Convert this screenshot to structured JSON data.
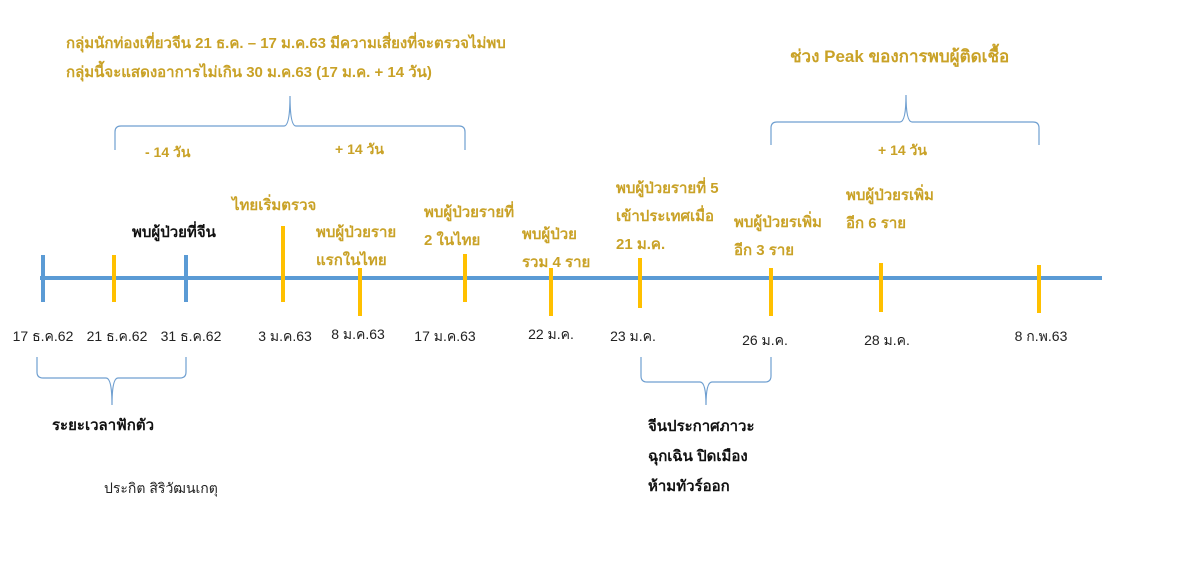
{
  "header_note": {
    "line1": "กลุ่มนักท่องเที่ยวจีน 21 ธ.ค. – 17 ม.ค.63 มีความเสี่ยงที่จะตรวจไม่พบ",
    "line2": "กลุ่มนี้จะแสดงอาการไม่เกิน 30 ม.ค.63 (17 ม.ค. + 14 วัน)",
    "minus_label": "- 14 วัน",
    "plus_label": "+ 14 วัน"
  },
  "peak": {
    "title": "ช่วง Peak ของการพบผู้ติดเชื้อ",
    "plus_label": "+ 14 วัน"
  },
  "events": [
    {
      "label": "พบผู้ป่วยที่จีน"
    },
    {
      "label": "ไทยเริ่มตรวจ"
    },
    {
      "line1": "พบผู้ป่วยราย",
      "line2": "แรกในไทย"
    },
    {
      "line1": "พบผู้ป่วยรายที่",
      "line2": "2 ในไทย"
    },
    {
      "line1": "พบผู้ป่วย",
      "line2": "รวม 4 ราย"
    },
    {
      "line1": "พบผู้ป่วยรายที่ 5",
      "line2": "เข้าประเทศเมื่อ",
      "line3": "21 ม.ค."
    },
    {
      "line1": "พบผู้ป่วยรเพิ่ม",
      "line2": "อีก 3 ราย"
    },
    {
      "line1": "พบผู้ป่วยรเพิ่ม",
      "line2": "อีก 6 ราย"
    }
  ],
  "dates": [
    "17 ธ.ค.62",
    "21 ธ.ค.62",
    "31 ธ.ค.62",
    "3 ม.ค.63",
    "8 ม.ค.63",
    "17 ม.ค.63",
    "22 ม.ค.",
    "23 ม.ค.",
    "26 ม.ค.",
    "28 ม.ค.",
    "8 ก.พ.63"
  ],
  "incubation_label": "ระยะเวลาฟักตัว",
  "author": "ประกิต สิริวัฒนเกตุ",
  "china_emergency": {
    "line1": "จีนประกาศภาวะ",
    "line2": "ฉุกเฉิน ปิดเมือง",
    "line3": "ห้ามทัวร์ออก"
  },
  "colors": {
    "axis": "#5B9BD5",
    "tick_yellow": "#FFC000",
    "text_gold": "#C9A227",
    "brace": "#6F9FD0"
  }
}
